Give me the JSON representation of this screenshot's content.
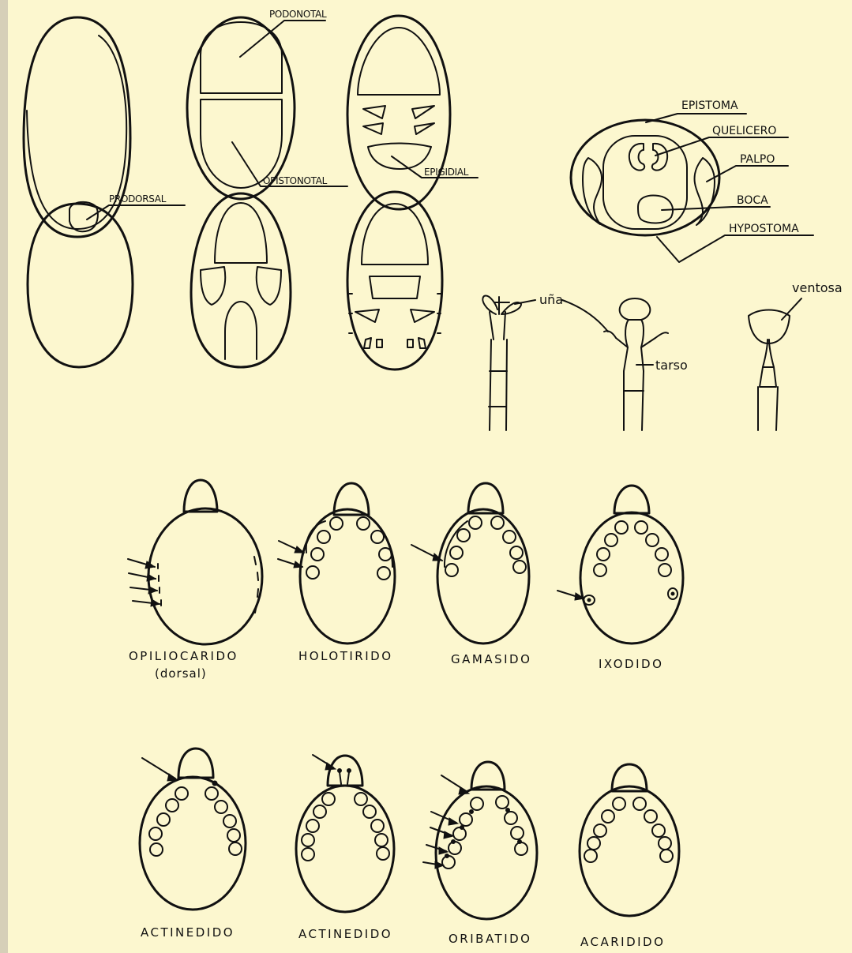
{
  "labels": {
    "podonotal": "PODONOTAL",
    "opistonotal": "OPISTONOTAL",
    "epigidial": "EPIGIDIAL",
    "prodorsal": "PRODORSAL",
    "epistoma": "EPISTOMA",
    "quelicero": "QUELICERO",
    "palpo": "PALPO",
    "boca": "BOCA",
    "hypostoma": "HYPOSTOMA",
    "una": "uña",
    "tarso": "tarso",
    "ventosa": "ventosa"
  },
  "captions": {
    "opiliocarido": "OPILIOCARIDO",
    "opiliocarido_sub": "(dorsal)",
    "holotirido": "HOLOTIRIDO",
    "gamasido": "GAMASIDO",
    "ixodido": "IXODIDO",
    "actinedido_1": "ACTINEDIDO",
    "actinedido_2": "ACTINEDIDO",
    "oribatido": "ORIBATIDO",
    "acaridido": "ACARIDIDO"
  },
  "colors": {
    "paper": "#fcf7cf",
    "ink": "#111111",
    "border": "#d6cfb8"
  }
}
